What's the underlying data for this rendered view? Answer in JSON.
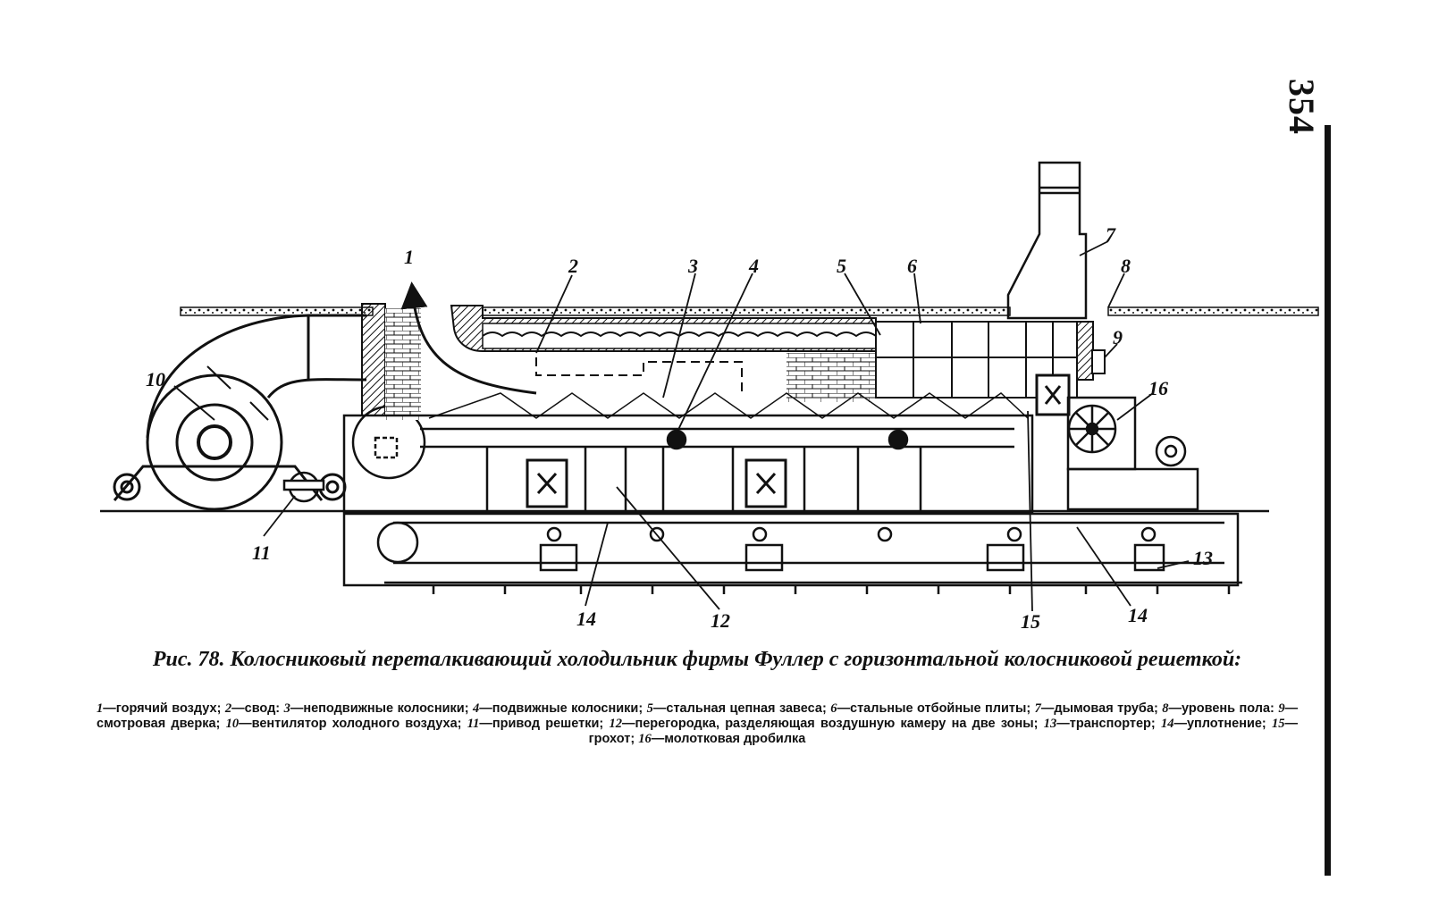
{
  "page": {
    "number": "354"
  },
  "figure": {
    "callouts": [
      "1",
      "2",
      "3",
      "4",
      "5",
      "6",
      "7",
      "8",
      "9",
      "10",
      "11",
      "12",
      "13",
      "14",
      "14",
      "15",
      "16"
    ],
    "caption_title": "Рис. 78. Колосниковый переталкивающий холодильник фирмы Фуллер с горизонтальной колосниковой решеткой:",
    "legend": [
      {
        "num": "1",
        "text": "горячий воздух;"
      },
      {
        "num": "2",
        "text": "свод:"
      },
      {
        "num": "3",
        "text": "неподвижные колосники;"
      },
      {
        "num": "4",
        "text": "подвижные колосники;"
      },
      {
        "num": "5",
        "text": "стальная цепная завеса;"
      },
      {
        "num": "6",
        "text": "стальные отбойные плиты;"
      },
      {
        "num": "7",
        "text": "дымовая труба;"
      },
      {
        "num": "8",
        "text": "уровень пола:"
      },
      {
        "num": "9",
        "text": "смотровая дверка;"
      },
      {
        "num": "10",
        "text": "вентилятор холодного воздуха;"
      },
      {
        "num": "11",
        "text": "привод решетки;"
      },
      {
        "num": "12",
        "text": "перегородка, разделяющая воздушную камеру на две зоны;"
      },
      {
        "num": "13",
        "text": "транспортер;"
      },
      {
        "num": "14",
        "text": "уплотнение;"
      },
      {
        "num": "15",
        "text": "грохот;"
      },
      {
        "num": "16",
        "text": "молотковая дробилка"
      }
    ]
  },
  "colors": {
    "ink": "#111111",
    "paper": "#ffffff"
  }
}
